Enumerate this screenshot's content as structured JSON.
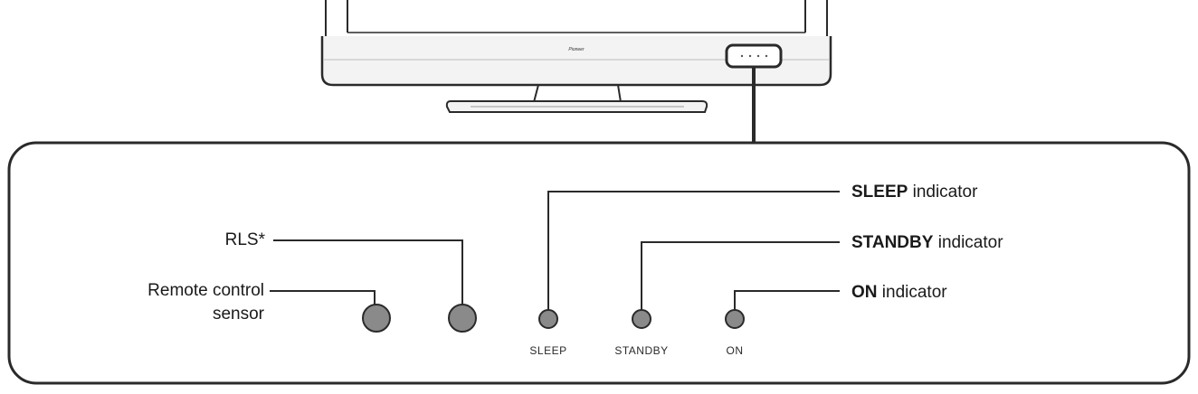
{
  "tv": {
    "brand_text": "Pioneer"
  },
  "labels": {
    "rls": "RLS*",
    "remote_sensor_line1": "Remote control",
    "remote_sensor_line2": "sensor",
    "sleep_bold": "SLEEP",
    "standby_bold": "STANDBY",
    "on_bold": "ON",
    "indicator_suffix": " indicator"
  },
  "panel_labels": {
    "sleep": "SLEEP",
    "standby": "STANDBY",
    "on": "ON"
  },
  "colors": {
    "line": "#2a2a2a",
    "led_fill": "#8a8a8a",
    "tv_body": "#f2f2f2"
  }
}
